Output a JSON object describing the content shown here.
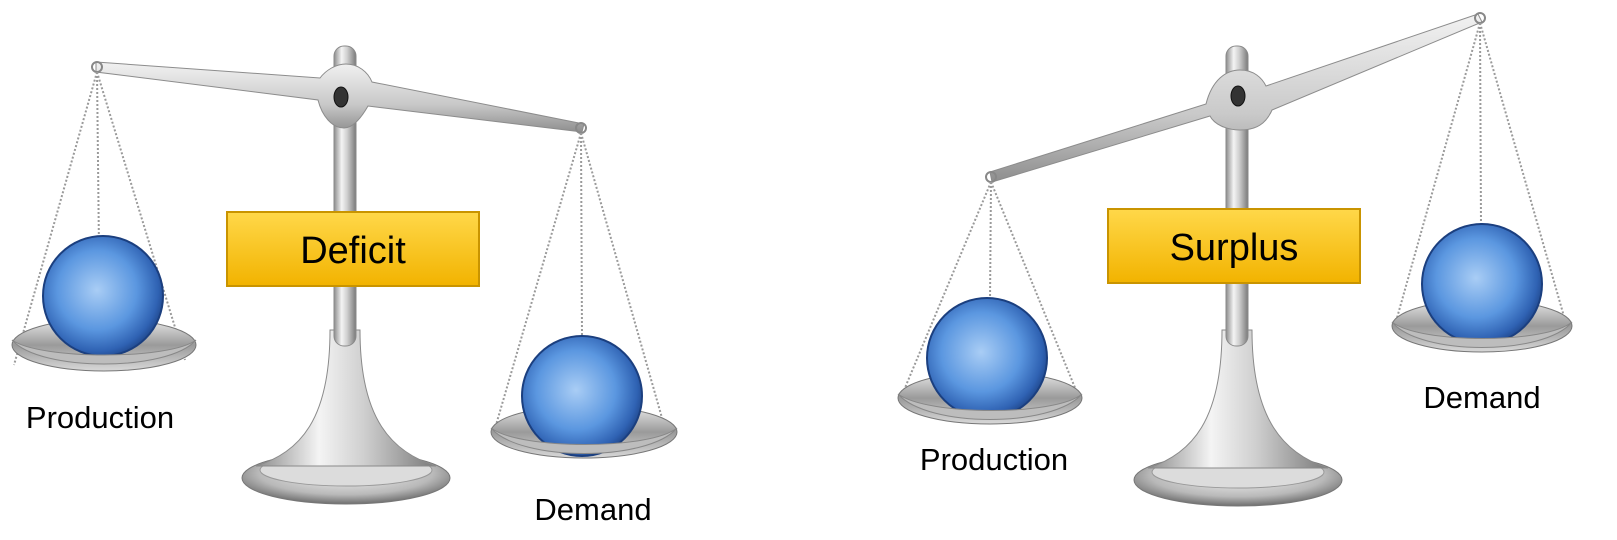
{
  "scales": [
    {
      "id": "left-scale",
      "sign": "Deficit",
      "left_pan_label": "Production",
      "right_pan_label": "Demand"
    },
    {
      "id": "right-scale",
      "sign": "Surplus",
      "left_pan_label": "Production",
      "right_pan_label": "Demand"
    }
  ],
  "colors": {
    "sign_fill": "#ffc400",
    "sphere": "#3f7fd6",
    "metal": "#c8c8c8"
  }
}
